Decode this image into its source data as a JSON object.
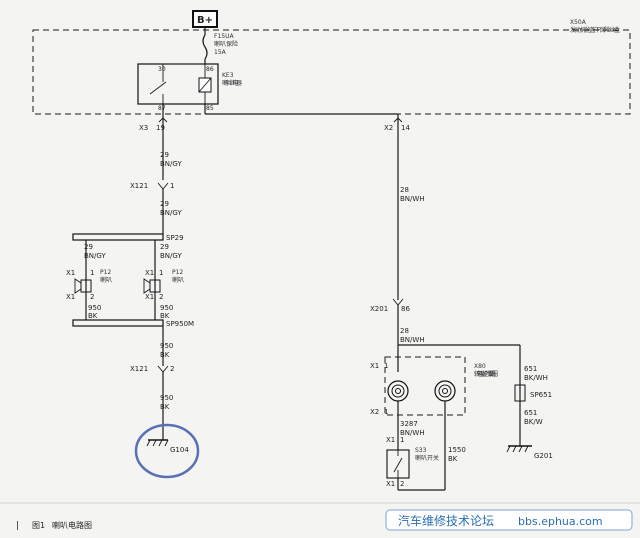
{
  "diagram": {
    "power_label": "B+",
    "fuse": {
      "code": "F15UA",
      "name": "喇叭保险",
      "rating": "15A"
    },
    "module": {
      "code": "X50A",
      "name": "发动机舱盖下保险丝盒"
    },
    "relay": {
      "code": "KE3",
      "name": "喇叭继电器",
      "pin_30": "30",
      "pin_86": "86",
      "pin_87": "87",
      "pin_85": "85"
    },
    "connector_x3": {
      "code": "X3",
      "pin": "19"
    },
    "connector_x2": {
      "code": "X2",
      "pin": "14"
    },
    "wire_29a": {
      "id": "29",
      "color": "BN/GY"
    },
    "connector_x121_top": {
      "code": "X121",
      "pin": "1"
    },
    "wire_29b": {
      "id": "29",
      "color": "BN/GY"
    },
    "splice_sp29": "SP29",
    "wire_29c": {
      "id": "29",
      "color": "BN/GY"
    },
    "wire_29d": {
      "id": "29",
      "color": "BN/GY"
    },
    "horn_left": {
      "connector": "X1",
      "pin_in": "1",
      "pin_out": "2",
      "code": "P12",
      "name": "喇叭"
    },
    "horn_right": {
      "connector": "X1",
      "pin_in": "1",
      "pin_out": "2",
      "code": "P12",
      "name": "喇叭"
    },
    "wire_950_left": {
      "id": "950",
      "color": "BK"
    },
    "wire_950_right": {
      "id": "950",
      "color": "BK"
    },
    "splice_sp950m": "SP950M",
    "wire_950_mid": {
      "id": "950",
      "color": "BK"
    },
    "connector_x121_bottom": {
      "code": "X121",
      "pin": "2"
    },
    "wire_950_bottom": {
      "id": "950",
      "color": "BK"
    },
    "ground_left": "G104",
    "wire_28a": {
      "id": "28",
      "color": "BN/WH"
    },
    "connector_x201": {
      "code": "X201",
      "pin": "86"
    },
    "wire_28b": {
      "id": "28",
      "color": "BN/WH"
    },
    "clockspring": {
      "code": "X80",
      "name": "转向盘安全气囊线圈",
      "conn_top": "X1",
      "pin_top": "1",
      "conn_bottom": "X2",
      "pin_bottom": "1"
    },
    "wire_651a": {
      "id": "651",
      "color": "BK/WH"
    },
    "splice_sp651": "SP651",
    "wire_651b": {
      "id": "651",
      "color": "BK/W"
    },
    "ground_right": "G201",
    "wire_3287": {
      "id": "3287",
      "color": "BN/WH"
    },
    "horn_switch": {
      "connector": "X1",
      "pin_top": "1",
      "pin_bottom": "2",
      "code": "S33",
      "name": "喇叭开关"
    },
    "wire_1550": {
      "id": "1550",
      "color": "BK"
    }
  },
  "caption": {
    "marker": "|",
    "label": "图1",
    "title": "喇叭电路图"
  },
  "watermark": {
    "text": "汽车维修技术论坛",
    "url": "bbs.ephua.com"
  }
}
